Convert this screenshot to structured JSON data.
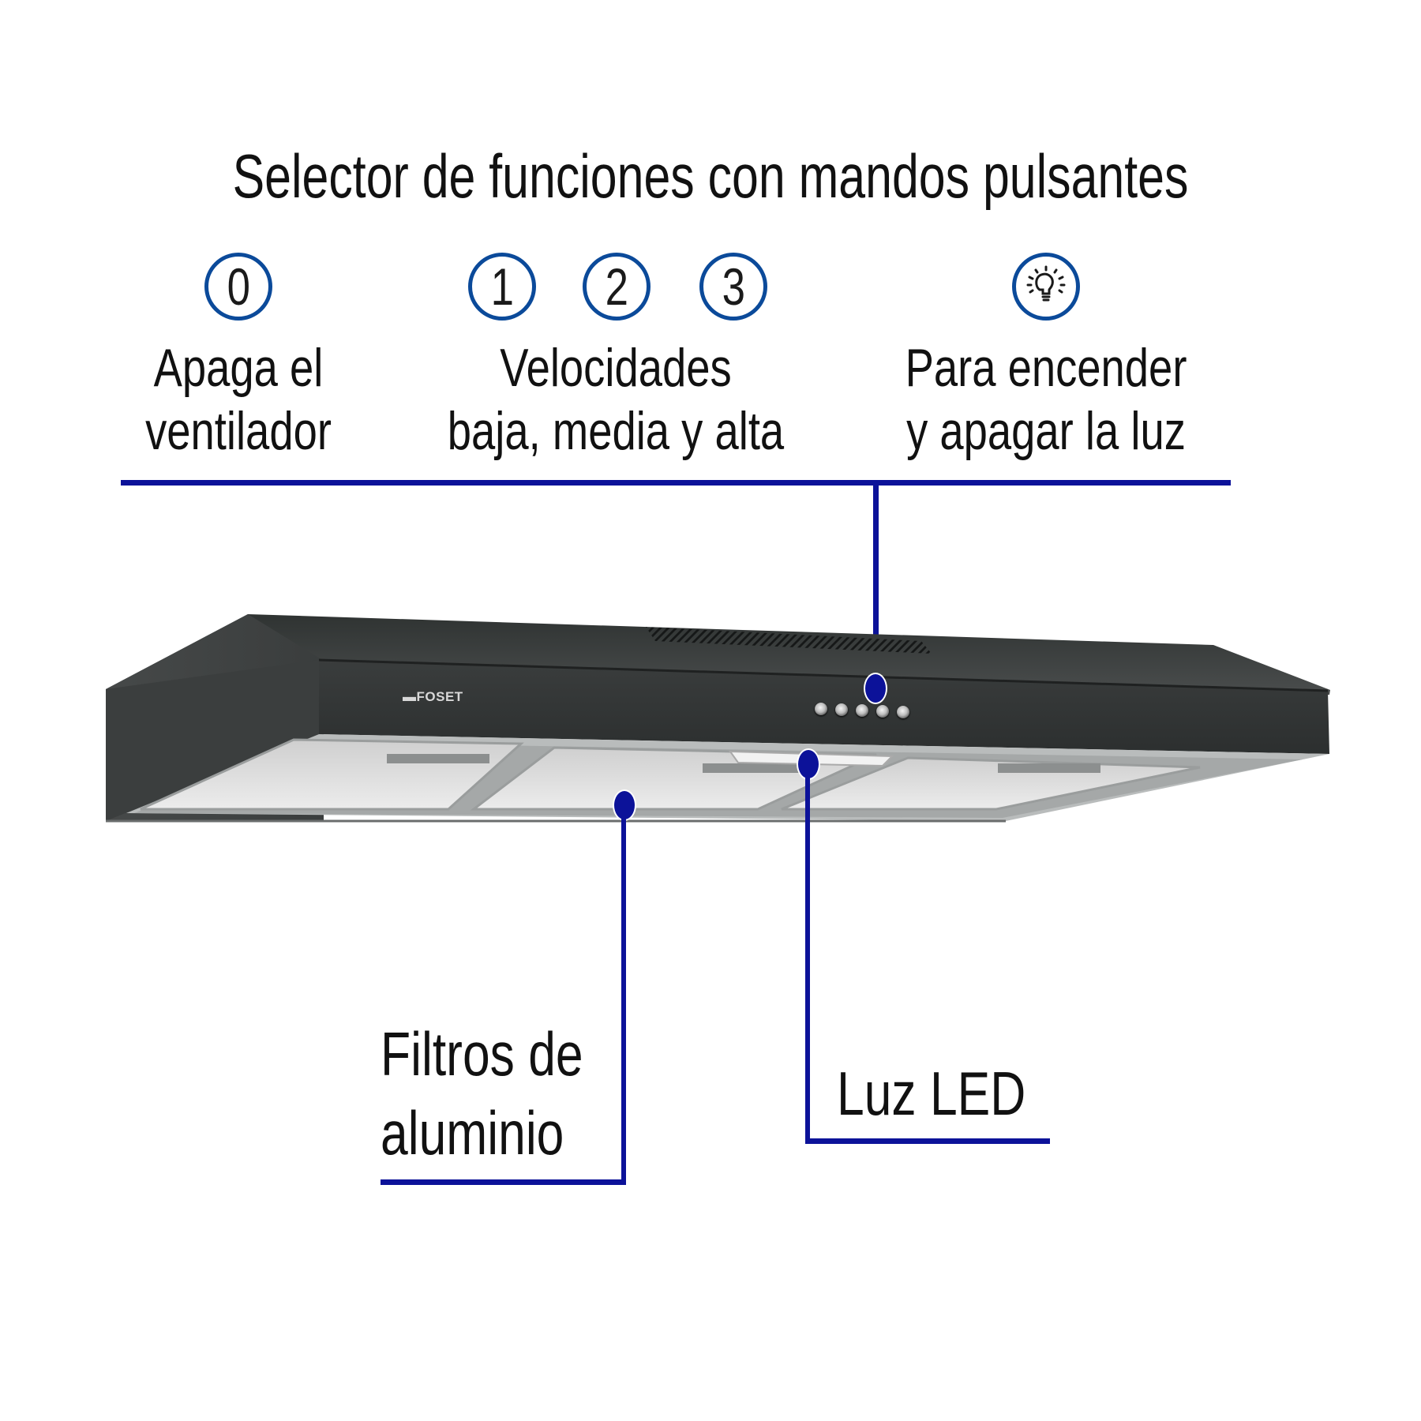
{
  "title": "Selector de funciones con mandos pulsantes",
  "buttons": [
    {
      "symbol": "0",
      "icon": "zero-circle-icon"
    },
    {
      "symbol": "1",
      "icon": "one-circle-icon"
    },
    {
      "symbol": "2",
      "icon": "two-circle-icon"
    },
    {
      "symbol": "3",
      "icon": "three-circle-icon"
    },
    {
      "symbol": "",
      "icon": "lightbulb-circle-icon"
    }
  ],
  "labels": {
    "off": {
      "line1": "Apaga el",
      "line2": "ventilador"
    },
    "speeds": {
      "line1": "Velocidades",
      "line2": "baja, media y alta"
    },
    "light": {
      "line1": "Para encender",
      "line2": "y apagar la luz"
    }
  },
  "callouts": {
    "filters": {
      "line1": "Filtros de",
      "line2": "aluminio"
    },
    "led": {
      "line1": "Luz LED"
    }
  },
  "product": {
    "brand": "FOSET",
    "knob_count": 5
  },
  "colors": {
    "callout_line": "#0c1299",
    "circle_border": "#0b4a9a",
    "hood_body": "#3a3d3d",
    "filter": "#dcdcdc"
  }
}
